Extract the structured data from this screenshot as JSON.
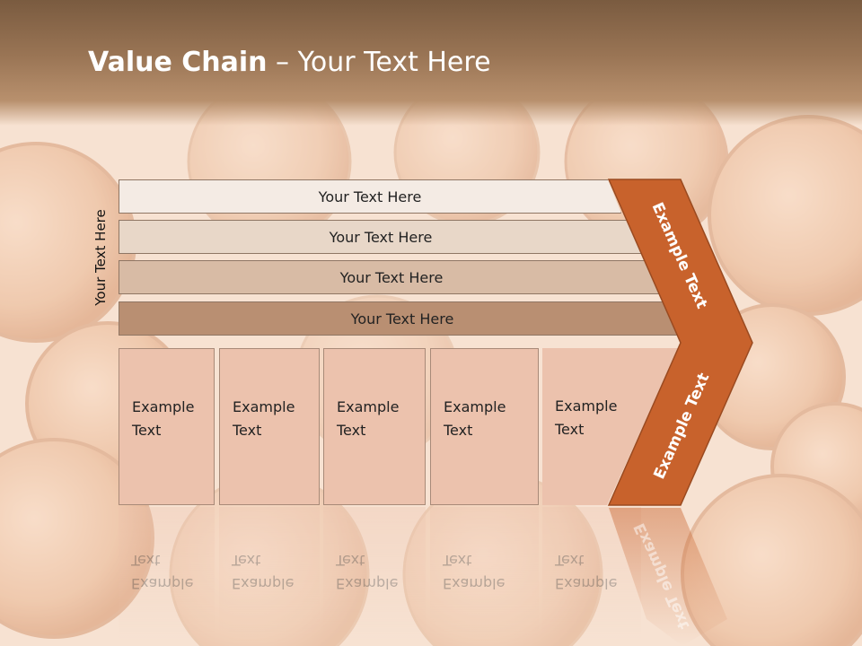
{
  "title": {
    "bold": "Value Chain",
    "rest": " – Your Text Here"
  },
  "side_label": "Your Text Here",
  "bands": [
    {
      "label": "Your Text Here"
    },
    {
      "label": "Your Text Here"
    },
    {
      "label": "Your Text Here"
    },
    {
      "label": "Your Text Here"
    }
  ],
  "boxes": [
    {
      "line1": "Example",
      "line2": "Text"
    },
    {
      "line1": "Example",
      "line2": "Text"
    },
    {
      "line1": "Example",
      "line2": "Text"
    },
    {
      "line1": "Example",
      "line2": "Text"
    },
    {
      "line1": "Example",
      "line2": "Text"
    }
  ],
  "chevron": {
    "top_label": "Example Text",
    "bottom_label": "Example Text"
  },
  "colors": {
    "header": "#8c6a4c",
    "band1": "#f4ebe4",
    "band2": "#e8d7c8",
    "band3": "#d8bba5",
    "band4": "#b98f72",
    "box": "#ecc2ad",
    "chevron": "#c8622c"
  }
}
